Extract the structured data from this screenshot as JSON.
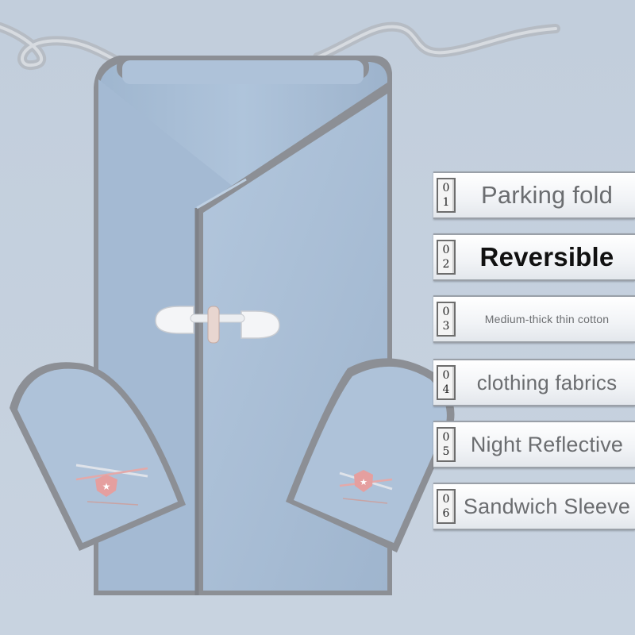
{
  "colors": {
    "background": "#c4d0de",
    "fabric": "#a9bfd8",
    "fabric_dark": "#8fa7c2",
    "trim": "#8d8f94"
  },
  "product": {
    "strap_icon": "ribbon-strap",
    "toggle_icon": "toggle-button",
    "badge_icon": "shield-star-emblem"
  },
  "features": [
    {
      "number": [
        "0",
        "1"
      ],
      "label": "Parking fold"
    },
    {
      "number": [
        "0",
        "2"
      ],
      "label": "Reversible"
    },
    {
      "number": [
        "0",
        "3"
      ],
      "label": "Medium-thick thin cotton"
    },
    {
      "number": [
        "0",
        "4"
      ],
      "label": "clothing fabrics"
    },
    {
      "number": [
        "0",
        "5"
      ],
      "label": "Night Reflective"
    },
    {
      "number": [
        "0",
        "6"
      ],
      "label": "Sandwich Sleeve"
    }
  ]
}
